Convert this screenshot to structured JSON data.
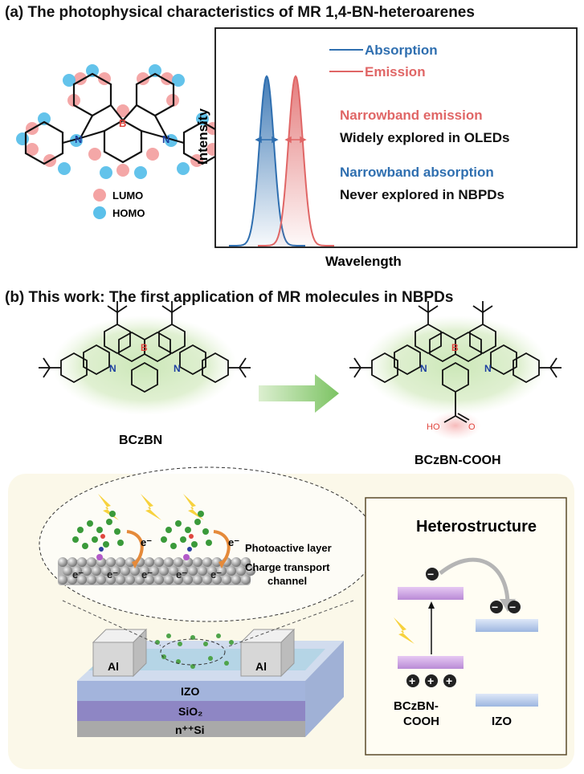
{
  "panel_a": {
    "title": "(a) The photophysical characteristics of MR 1,4-BN-heteroarenes",
    "molecule": {
      "atom_b": "B",
      "atom_n": "N"
    },
    "orbital_legend": {
      "lumo": "LUMO",
      "homo": "HOMO",
      "lumo_color": "#f4a3a3",
      "homo_color": "#5bc0ea"
    },
    "plot": {
      "ylabel": "Intensity",
      "xlabel": "Wavelength",
      "legend_absorption": "Absorption",
      "legend_emission": "Emission",
      "absorption_color": "#2f6fb0",
      "emission_color": "#e06666",
      "note1_title": "Narrowband emission",
      "note1_text": "Widely explored in OLEDs",
      "note2_title": "Narrowband absorption",
      "note2_text": "Never explored in NBPDs"
    }
  },
  "panel_b": {
    "title": "(b) This work: The first application of MR molecules in NBPDs",
    "molecule_left": {
      "name": "BCzBN",
      "atom_b": "B",
      "atom_n": "N"
    },
    "molecule_right": {
      "name": "BCzBN-COOH",
      "atom_b": "B",
      "atom_n": "N",
      "group_ho": "HO",
      "group_o": "O"
    },
    "device": {
      "photoactive": "Photoactive layer",
      "channel_line1": "Charge transport",
      "channel_line2": "channel",
      "electron": "e⁻",
      "electrode_left": "Al",
      "electrode_right": "Al",
      "layer_izo": "IZO",
      "layer_sio2": "SiO₂",
      "layer_si": "n⁺⁺Si"
    },
    "heterostructure": {
      "title": "Heterostructure",
      "donor_line1": "BCzBN-",
      "donor_line2": "COOH",
      "acceptor": "IZO",
      "minus": "−",
      "plus": "+"
    }
  }
}
